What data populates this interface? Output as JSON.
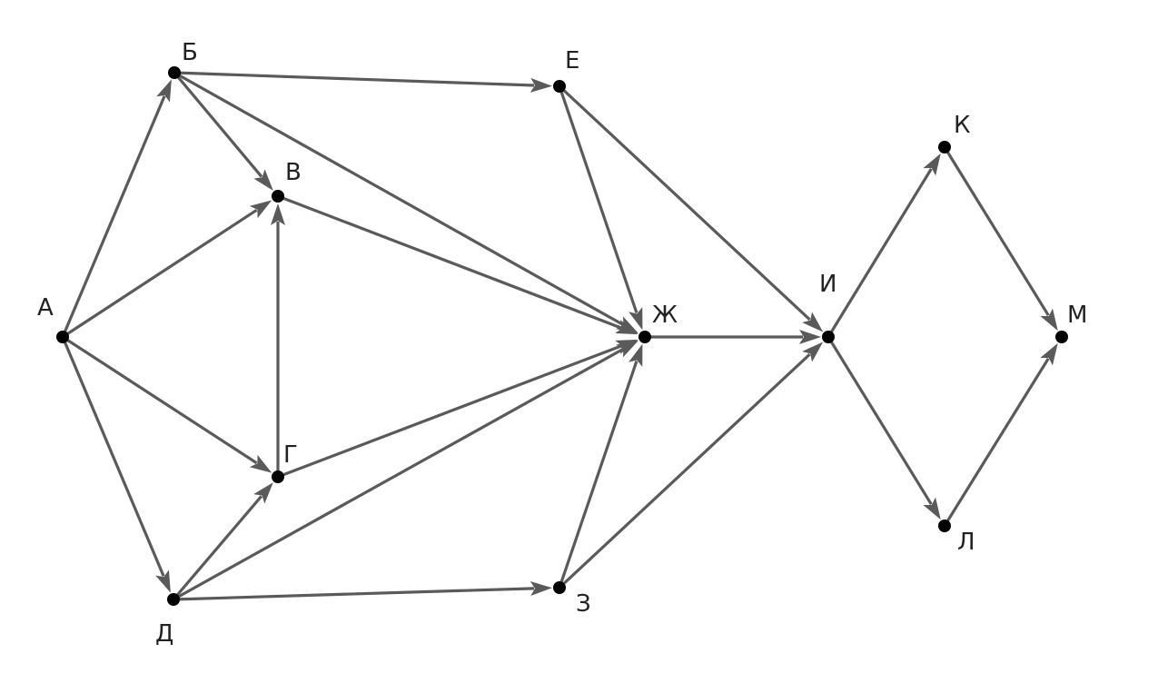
{
  "graph": {
    "nodes": [
      {
        "id": "A",
        "label": "А"
      },
      {
        "id": "B",
        "label": "Б"
      },
      {
        "id": "V",
        "label": "В"
      },
      {
        "id": "G",
        "label": "Г"
      },
      {
        "id": "D",
        "label": "Д"
      },
      {
        "id": "E",
        "label": "Е"
      },
      {
        "id": "Zh",
        "label": "Ж"
      },
      {
        "id": "Z",
        "label": "З"
      },
      {
        "id": "I",
        "label": "И"
      },
      {
        "id": "K",
        "label": "К"
      },
      {
        "id": "L",
        "label": "Л"
      },
      {
        "id": "M",
        "label": "М"
      }
    ],
    "edges": [
      {
        "from": "A",
        "to": "B"
      },
      {
        "from": "A",
        "to": "V"
      },
      {
        "from": "A",
        "to": "G"
      },
      {
        "from": "A",
        "to": "D"
      },
      {
        "from": "B",
        "to": "V"
      },
      {
        "from": "B",
        "to": "E"
      },
      {
        "from": "B",
        "to": "Zh"
      },
      {
        "from": "G",
        "to": "V"
      },
      {
        "from": "V",
        "to": "Zh"
      },
      {
        "from": "G",
        "to": "Zh"
      },
      {
        "from": "D",
        "to": "G"
      },
      {
        "from": "D",
        "to": "Zh"
      },
      {
        "from": "D",
        "to": "Z"
      },
      {
        "from": "E",
        "to": "Zh"
      },
      {
        "from": "E",
        "to": "I"
      },
      {
        "from": "Z",
        "to": "Zh"
      },
      {
        "from": "Z",
        "to": "I"
      },
      {
        "from": "Zh",
        "to": "I"
      },
      {
        "from": "I",
        "to": "K"
      },
      {
        "from": "I",
        "to": "L"
      },
      {
        "from": "K",
        "to": "M"
      },
      {
        "from": "L",
        "to": "M"
      }
    ],
    "colors": {
      "edge": "#5a5a5a",
      "node": "#000000",
      "label": "#222222"
    }
  }
}
